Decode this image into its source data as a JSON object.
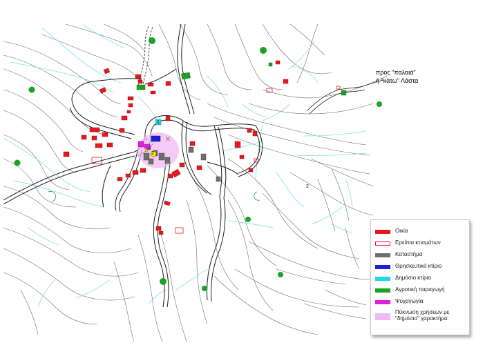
{
  "direction_label": {
    "line1": "προς   \"παλαιά\"",
    "line2": "ή \"κάτω\" Λάστα"
  },
  "markers": {
    "public_a": "1",
    "public_b": "2",
    "contour": "2"
  },
  "legend": {
    "items": [
      {
        "label": "Οικία",
        "color": "#e8191c",
        "style": "fill"
      },
      {
        "label": "Ερείπια κτισμάτων",
        "color": "#e8191c",
        "style": "outline"
      },
      {
        "label": "Καταστήμα",
        "color": "#6e6e6e",
        "style": "fill"
      },
      {
        "label": "Θρησκευτικό κτίριο",
        "color": "#1622e0",
        "style": "fill"
      },
      {
        "label": "Δημόσιο κτίριο",
        "color": "#22d8e8",
        "style": "fill"
      },
      {
        "label": "Αγροτική παραγωγή",
        "color": "#17a324",
        "style": "fill"
      },
      {
        "label": "Ψυχαγωγία",
        "color": "#e01ee0",
        "style": "fill"
      },
      {
        "label": "Πύκνωση χρήσεων με \"δημόσιο\"  χαρακτήρα",
        "color": "#f1b9f1",
        "style": "fill"
      }
    ]
  },
  "colors": {
    "contour": "#5a5a5a",
    "road": "#1a1a1a",
    "stream": "#7fe0ea",
    "house": "#e8191c",
    "shop": "#6e6e6e",
    "tree": "#17a324",
    "public_zone": "#f1b9f1"
  }
}
